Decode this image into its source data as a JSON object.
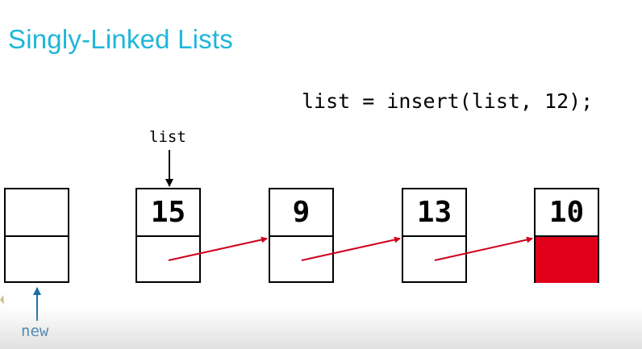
{
  "slide": {
    "title": "Singly-Linked Lists",
    "code": "list = insert(list, 12);"
  },
  "pointers": {
    "list_label": "list",
    "new_label": "new"
  },
  "nodes": [
    {
      "value": "",
      "next_is_null_marked": false
    },
    {
      "value": "15",
      "next_is_null_marked": false
    },
    {
      "value": "9",
      "next_is_null_marked": false
    },
    {
      "value": "13",
      "next_is_null_marked": false
    },
    {
      "value": "10",
      "next_is_null_marked": true
    }
  ],
  "colors": {
    "title": "#1fb6d9",
    "next_arrow": "#d0001c",
    "null_fill": "#e0001a",
    "new_pointer": "#1b6ea8"
  }
}
